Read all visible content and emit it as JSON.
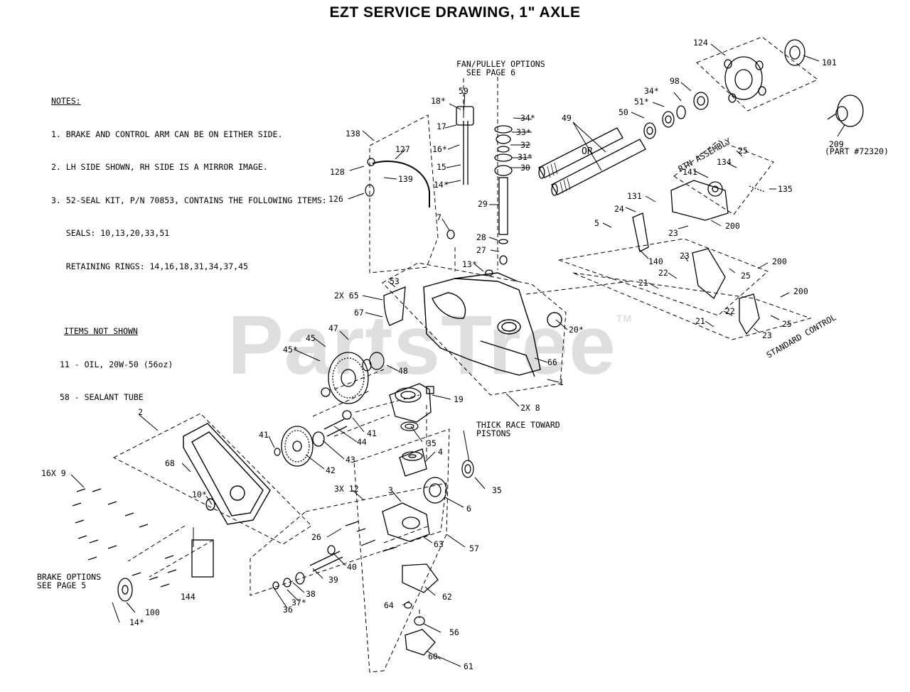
{
  "title": "EZT SERVICE DRAWING, 1\" AXLE",
  "notes": {
    "heading": "NOTES:",
    "items": [
      "1. BRAKE AND CONTROL ARM CAN BE ON EITHER SIDE.",
      "2. LH SIDE SHOWN, RH SIDE IS A MIRROR IMAGE.",
      "3. 52-SEAL KIT, P/N 70853, CONTAINS THE FOLLOWING ITEMS:",
      "   SEALS: 10,13,20,33,51",
      "   RETAINING RINGS: 14,16,18,31,34,37,45"
    ],
    "not_shown_heading": "ITEMS NOT SHOWN",
    "not_shown": [
      "11 - OIL, 20W-50 (56oz)",
      "58 - SEALANT TUBE"
    ]
  },
  "callouts": {
    "fan_pulley": "FAN/PULLEY OPTIONS\n  SEE PAGE 6",
    "brake_options": "BRAKE OPTIONS\nSEE PAGE 5",
    "thick_race": "THICK RACE TOWARD\nPISTONS",
    "rtn_assembly": "RTN ASSEMBLY",
    "standard_control": "STANDARD CONTROL",
    "or_text": "OR",
    "part_209": "(PART #72320)"
  },
  "labels": {
    "l124": "124",
    "l101": "101",
    "l98": "98",
    "l34s_a": "34*",
    "l51s": "51*",
    "l50": "50",
    "l49": "49",
    "l209": "209",
    "l59": "59",
    "l18s": "18*",
    "l17": "17",
    "l16s": "16*",
    "l15": "15",
    "l14s_a": "14*",
    "l34s_b": "34*",
    "l33s": "33*",
    "l32": "32",
    "l31s": "31*",
    "l30": "30",
    "l29": "29",
    "l28": "28",
    "l27": "27",
    "l7": "7",
    "l13s": "13*",
    "l138": "138",
    "l127": "127",
    "l128": "128",
    "l139": "139",
    "l126": "126",
    "l25a": "25",
    "l134": "134",
    "l141": "141",
    "l135": "135",
    "l131": "131",
    "l24": "24",
    "l5": "5",
    "l23a": "23",
    "l200a": "200",
    "l140": "140",
    "l23b": "23",
    "l22a": "22",
    "l25b": "25",
    "l200b": "200",
    "l21a": "21",
    "l200c": "200",
    "l22b": "22",
    "l21b": "21",
    "l25c": "25",
    "l23c": "23",
    "l53": "53",
    "l2x65": "2X 65",
    "l67": "67",
    "l47": "47",
    "l45": "45",
    "l45s": "45*",
    "l48": "48",
    "l20s": "20*",
    "l66": "66",
    "l1": "1",
    "l19": "19",
    "l2x8": "2X 8",
    "l2": "2",
    "l41a": "41",
    "l41b": "41",
    "l44": "44",
    "l43": "43",
    "l42": "42",
    "l35a": "35",
    "l4": "4",
    "l35b": "35",
    "l68": "68",
    "l16x9": "16X 9",
    "l10s": "10*",
    "l3x12": "3X 12",
    "l3": "3",
    "l6": "6",
    "l26": "26",
    "l63": "63",
    "l57": "57",
    "l40": "40",
    "l39": "39",
    "l38": "38",
    "l37s": "37*",
    "l36": "36",
    "l144": "144",
    "l100": "100",
    "l14s_b": "14*",
    "l62": "62",
    "l64": "64",
    "l56": "56",
    "l60": "60",
    "l61": "61"
  },
  "watermark": "PartsTree",
  "watermark_tm": "TM"
}
